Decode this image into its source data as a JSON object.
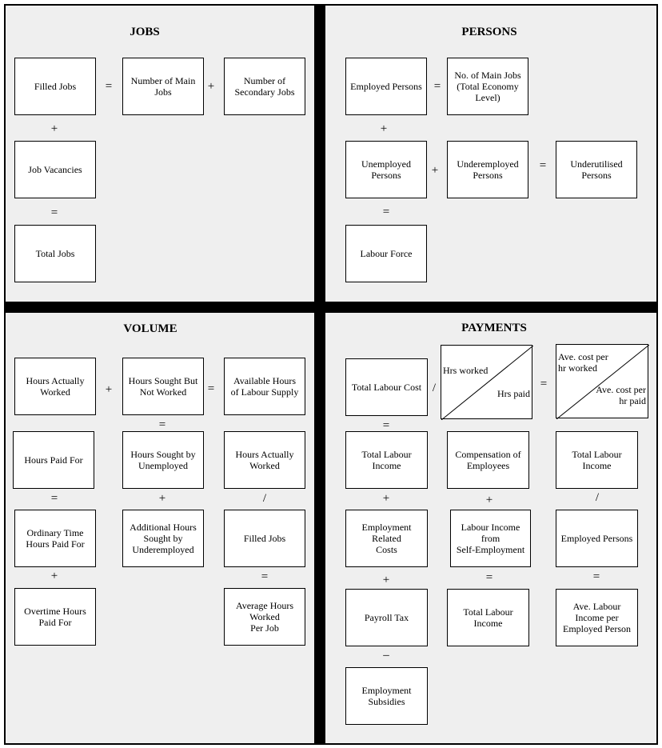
{
  "titles": {
    "jobs": "JOBS",
    "persons": "PERSONS",
    "volume": "VOLUME",
    "payments": "PAYMENTS"
  },
  "jobs": {
    "filled_jobs": "Filled Jobs",
    "main_jobs": "Number of Main\nJobs",
    "secondary_jobs": "Number of\nSecondary Jobs",
    "job_vacancies": "Job Vacancies",
    "total_jobs": "Total Jobs",
    "ops": [
      "=",
      "+",
      "+",
      "="
    ]
  },
  "persons": {
    "employed": "Employed Persons",
    "main_jobs_total": "No. of Main Jobs\n(Total Economy\nLevel)",
    "unemployed": "Unemployed\nPersons",
    "underemployed": "Underemployed\nPersons",
    "underutilised": "Underutilised\nPersons",
    "labour_force": "Labour Force",
    "ops": [
      "=",
      "+",
      "+",
      "=",
      "="
    ]
  },
  "volume": {
    "hours_actually_worked": "Hours Actually\nWorked",
    "hours_sought_not_worked": "Hours Sought But\nNot Worked",
    "available_hours": "Available Hours\nof Labour Supply",
    "hours_paid_for": "Hours Paid For",
    "hours_sought_unemployed": "Hours Sought by\nUnemployed",
    "hours_actually_worked_2": "Hours Actually\nWorked",
    "ordinary_time": "Ordinary Time\nHours Paid For",
    "additional_hours": "Additional Hours\nSought by\nUnderemployed",
    "filled_jobs": "Filled Jobs",
    "overtime_hours": "Overtime Hours\nPaid For",
    "average_hours": "Average Hours\nWorked\nPer Job",
    "ops": [
      "+",
      "=",
      "=",
      "=",
      "+",
      "/",
      "+",
      "="
    ]
  },
  "payments": {
    "total_labour_cost": "Total Labour Cost",
    "hrs_worked": "Hrs worked",
    "hrs_paid": "Hrs paid",
    "ave_cost_hr_worked": "Ave. cost per\nhr worked",
    "ave_cost_hr_paid": "Ave. cost per\nhr paid",
    "total_labour_income_1": "Total Labour\nIncome",
    "compensation": "Compensation of\nEmployees",
    "total_labour_income_2": "Total Labour\nIncome",
    "employment_related_costs": "Employment\nRelated\nCosts",
    "labour_income_self": "Labour Income\nfrom\nSelf-Employment",
    "employed_persons": "Employed Persons",
    "payroll_tax": "Payroll Tax",
    "total_labour_income_3": "Total Labour\nIncome",
    "ave_labour_income": "Ave. Labour\nIncome per\nEmployed Person",
    "employment_subsidies": "Employment\nSubsidies",
    "ops": [
      "/",
      "=",
      "=",
      "+",
      "+",
      "/",
      "+",
      "=",
      "=",
      "–"
    ]
  }
}
